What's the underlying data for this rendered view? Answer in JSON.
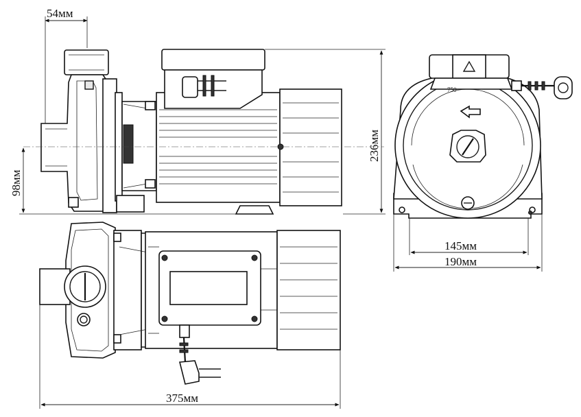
{
  "dimensions": {
    "inlet_offset": "54мм",
    "total_height": "236мм",
    "shaft_height": "98мм",
    "base_inner_width": "145мм",
    "base_outer_width": "190мм",
    "total_length": "375мм"
  },
  "front_view": {
    "motor_label": "750"
  }
}
